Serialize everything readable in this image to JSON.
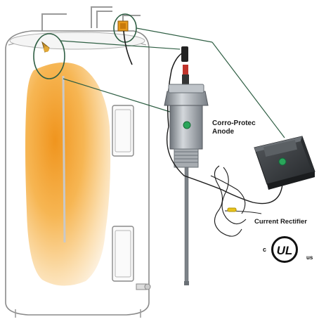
{
  "labels": {
    "anode": "Corro-Protec Anode",
    "rectifier": "Current Rectifier"
  },
  "certification": {
    "prefix": "c",
    "mark": "UL",
    "suffix": "us"
  },
  "colors": {
    "tank_outline": "#8a8a8a",
    "heat_orange": "#f2a12a",
    "heat_light": "#fbe0b0",
    "callout_green": "#2f6e4a",
    "anode_metal": "#9aa0a6",
    "rectifier_body": "#3a3d40",
    "led_green": "#2aa55a",
    "cable": "#1b1b1b",
    "tie_yellow": "#e8c21a"
  }
}
